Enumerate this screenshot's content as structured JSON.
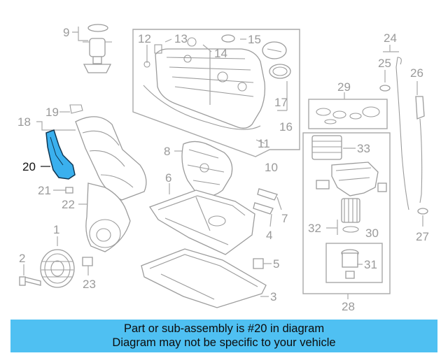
{
  "diagram": {
    "highlighted_part": "20",
    "callouts": [
      "1",
      "2",
      "3",
      "4",
      "5",
      "6",
      "7",
      "8",
      "9",
      "10",
      "11",
      "12",
      "13",
      "14",
      "15",
      "16",
      "17",
      "18",
      "19",
      "20",
      "21",
      "22",
      "23",
      "24",
      "25",
      "26",
      "27",
      "28",
      "29",
      "30",
      "31",
      "32",
      "33"
    ],
    "colors": {
      "highlight": "#3ab0ee",
      "banner": "#4fc0f2",
      "line": "#a8a8a8"
    }
  },
  "banner": {
    "line1": "Part or sub-assembly is #20 in diagram",
    "line2": "Diagram may not be specific to your vehicle"
  }
}
